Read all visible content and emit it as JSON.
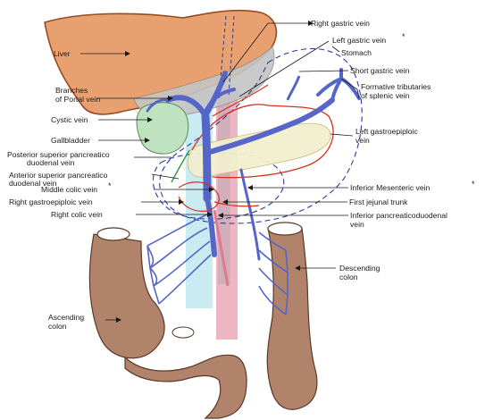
{
  "labels": {
    "right_gastric_vein": "Right gastric vein",
    "left_gastric_vein": "Left gastric vein",
    "stomach": "Stomach",
    "short_gastric_vein": "Short gastric vein",
    "formative_tributaries_1": "Formative tributaries",
    "formative_tributaries_2": "of splenic vein",
    "liver": "Liver",
    "branches_portal_1": "Branches",
    "branches_portal_2": "of Portal vein",
    "cystic_vein": "Cystic vein",
    "gallbladder": "Gallbladder",
    "left_gastroepiploic_1": "Left gastroepiploic",
    "left_gastroepiploic_2": "vein",
    "post_sup_panc_1": "Posterior superior pancreatico",
    "post_sup_panc_2": "duodenal vein",
    "ant_sup_panc_1": "Anterior superior pancreatico",
    "ant_sup_panc_2": "duodenal vein",
    "middle_colic_vein": "Middle colic vein",
    "inferior_mesenteric_vein": "Inferior Mesenteric vein",
    "right_gastroepiploic_vein": "Right gastroepiploic vein",
    "first_jejunal_trunk": "First jejunal trunk",
    "right_colic_vein": "Right colic vein",
    "inf_panc_duod_1": "Inferior pancreaticoduodenal",
    "inf_panc_duod_2": "vein",
    "descending_colon_1": "Descending",
    "descending_colon_2": "colon",
    "ascending_colon_1": "Ascending",
    "ascending_colon_2": "colon",
    "asterisk": "*"
  },
  "colors": {
    "liver": "#e8a070",
    "liver_outline": "#9a4a20",
    "vein": "#5566c8",
    "vein_dark": "#2a3aa0",
    "colon": "#b0836a",
    "colon_outline": "#5a3a28",
    "stomach_fill": "#f4eed8",
    "gallbladder": "#bfe3bf",
    "pancreas_fill": "#f3efcf",
    "artery_red": "#d43020",
    "spine_pink": "#e07890",
    "spine_cyan": "#bfe8ef",
    "gray_peritoneum": "#c4c4c4",
    "dashed_outline": "#2a3aa0"
  }
}
